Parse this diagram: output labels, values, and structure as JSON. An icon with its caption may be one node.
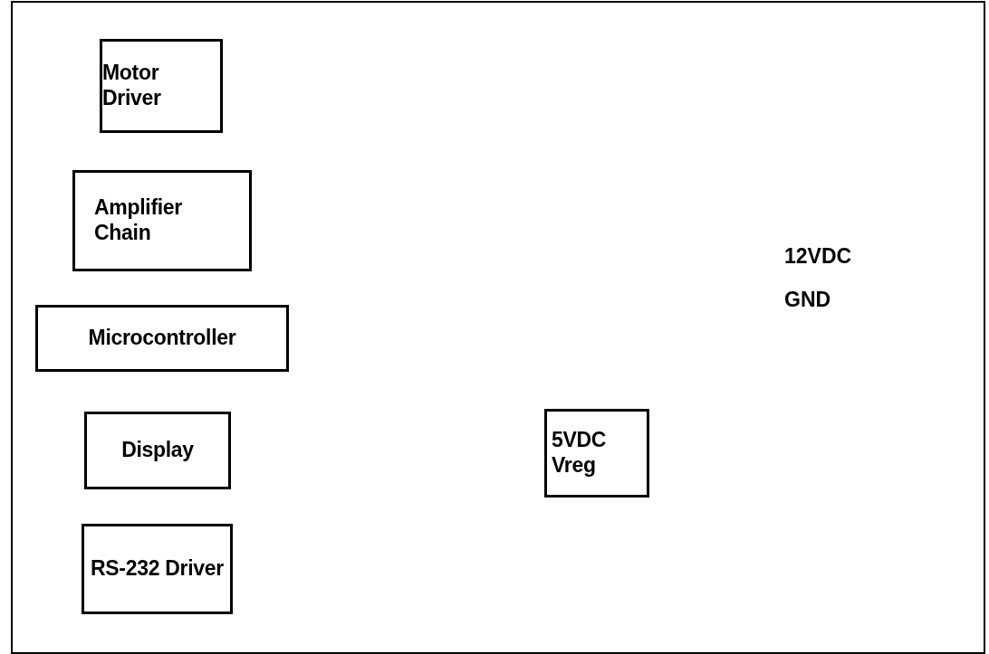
{
  "diagram": {
    "nodes": [
      {
        "text": [
          "Motor Driver"
        ]
      },
      {
        "text": [
          "Amplifier Chain"
        ]
      },
      {
        "text": [
          "Microcontroller"
        ]
      },
      {
        "text": [
          "Display"
        ]
      },
      {
        "text": [
          "RS-232 Driver"
        ]
      },
      {
        "text": [
          "5VDC Vreg"
        ]
      }
    ],
    "edges": [],
    "labels": [
      "12VDC",
      "GND"
    ]
  }
}
